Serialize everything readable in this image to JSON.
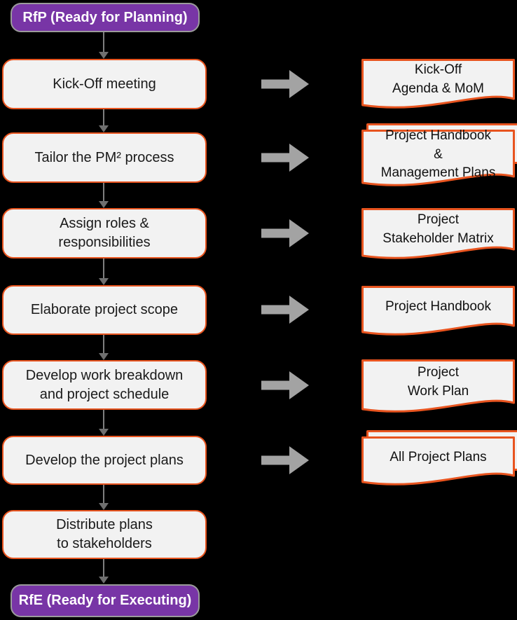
{
  "diagram": {
    "phase_start": {
      "label": "RfP (Ready for Planning)"
    },
    "phase_end": {
      "label": "RfE (Ready for Executing)"
    },
    "steps": [
      {
        "label": "Kick-Off meeting"
      },
      {
        "label": "Tailor the PM² process"
      },
      {
        "label": "Assign roles &\nresponsibilities"
      },
      {
        "label": "Elaborate project scope"
      },
      {
        "label": "Develop work breakdown\nand project schedule"
      },
      {
        "label": "Develop the project plans"
      },
      {
        "label": "Distribute plans\nto stakeholders"
      }
    ],
    "artifacts": [
      {
        "label": "Kick-Off\nAgenda & MoM",
        "stacked": false
      },
      {
        "label": "Project Handbook\n&\nManagement Plans",
        "stacked": true
      },
      {
        "label": "Project\nStakeholder Matrix",
        "stacked": false
      },
      {
        "label": "Project Handbook",
        "stacked": false
      },
      {
        "label": "Project\nWork Plan",
        "stacked": false
      },
      {
        "label": "All Project Plans",
        "stacked": true
      }
    ],
    "icons": {
      "down_arrow": "down-connector-arrow",
      "right_arrow": "right-block-arrow"
    },
    "colors": {
      "background": "#000000",
      "phase_fill": "#7835A6",
      "phase_border": "#9B9B9B",
      "phase_text": "#FFFFFF",
      "step_fill": "#F2F2F2",
      "step_border": "#E8541F",
      "step_text": "#1A1A1A",
      "artifact_fill": "#F2F2F2",
      "artifact_border": "#E8541F",
      "block_arrow": "#A3A3A3",
      "connector": "#7F7F7F"
    }
  }
}
